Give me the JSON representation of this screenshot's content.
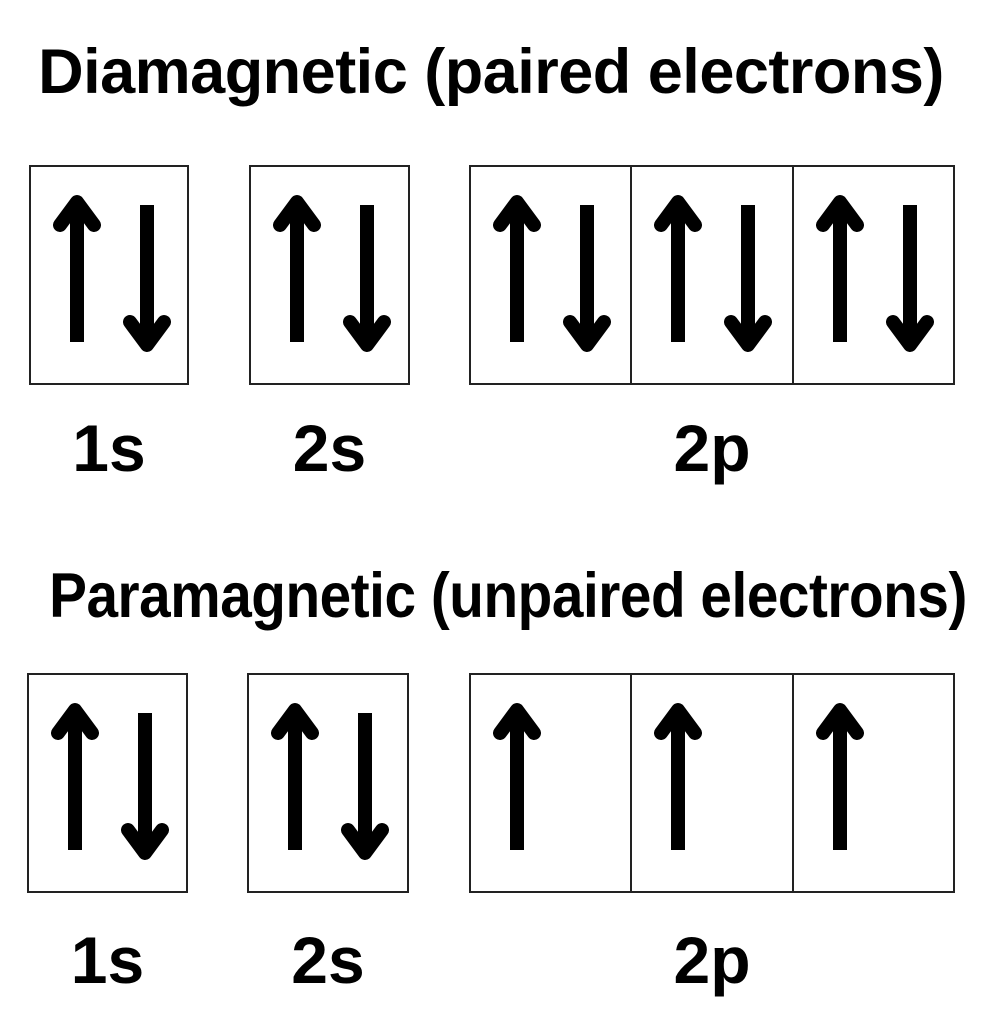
{
  "page": {
    "background": "#ffffff",
    "ink": "#000000",
    "box_border_color": "#222222"
  },
  "icons": {
    "up_arrow": "spin-up electron",
    "down_arrow": "spin-down electron"
  },
  "sections": [
    {
      "id": "diamagnetic",
      "title": "Diamagnetic (paired electrons)",
      "orbitals": [
        {
          "label": "1s",
          "cells": [
            {
              "electrons": [
                "up",
                "down"
              ]
            }
          ]
        },
        {
          "label": "2s",
          "cells": [
            {
              "electrons": [
                "up",
                "down"
              ]
            }
          ]
        },
        {
          "label": "2p",
          "cells": [
            {
              "electrons": [
                "up",
                "down"
              ]
            },
            {
              "electrons": [
                "up",
                "down"
              ]
            },
            {
              "electrons": [
                "up",
                "down"
              ]
            }
          ]
        }
      ]
    },
    {
      "id": "paramagnetic",
      "title": "Paramagnetic (unpaired electrons)",
      "orbitals": [
        {
          "label": "1s",
          "cells": [
            {
              "electrons": [
                "up",
                "down"
              ]
            }
          ]
        },
        {
          "label": "2s",
          "cells": [
            {
              "electrons": [
                "up",
                "down"
              ]
            }
          ]
        },
        {
          "label": "2p",
          "cells": [
            {
              "electrons": [
                "up"
              ]
            },
            {
              "electrons": [
                "up"
              ]
            },
            {
              "electrons": [
                "up"
              ]
            }
          ]
        }
      ]
    }
  ]
}
